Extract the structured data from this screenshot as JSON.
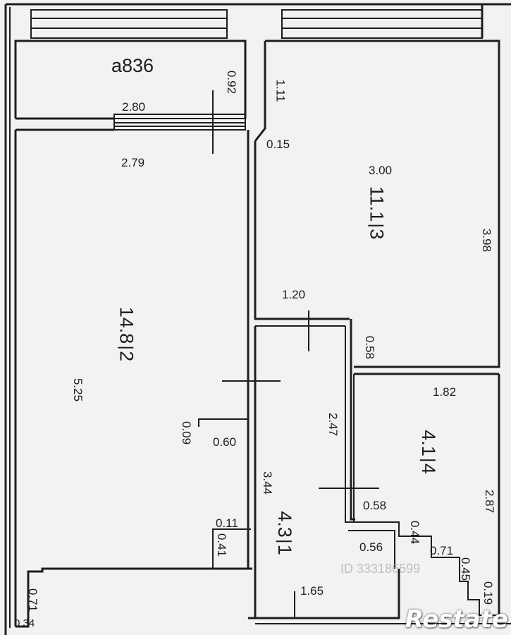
{
  "plan_code": "a836",
  "rooms": [
    {
      "id": "1",
      "area": "4.3"
    },
    {
      "id": "2",
      "area": "14.8"
    },
    {
      "id": "3",
      "area": "11.1"
    },
    {
      "id": "4",
      "area": "4.1"
    }
  ],
  "dimensions": {
    "balcony_width": "2.80",
    "balcony_depth": "0.92",
    "room2_width": "2.79",
    "room2_length": "5.25",
    "room2_niche_a": "0.09",
    "room2_niche_b": "0.60",
    "room2_jog_a": "0.11",
    "room2_jog_b": "0.41",
    "room2_corner": "0.71",
    "room3_top": "1.11",
    "room3_wall": "0.15",
    "room3_width": "3.00",
    "room3_length": "3.98",
    "room3_opening": "1.20",
    "room3_offset": "0.58",
    "hall_length": "3.44",
    "hall_side": "2.47",
    "hall_width": "1.65",
    "room4_width": "1.82",
    "room4_length": "2.87",
    "room4_step_a": "0.58",
    "room4_step_b": "0.56",
    "room4_step_c": "0.44",
    "room4_step_d": "0.71",
    "room4_step_e": "0.45",
    "room4_step_f": "0.19",
    "corner_small": "0.34"
  },
  "watermark": "ID 333186599",
  "brand": "Restate"
}
